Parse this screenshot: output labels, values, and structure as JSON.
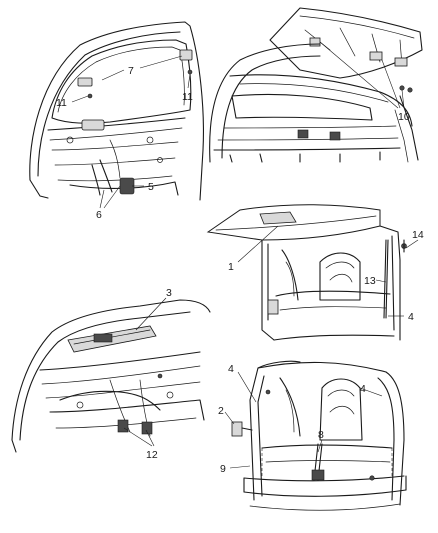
{
  "callouts": [
    {
      "id": "c1",
      "label": "1"
    },
    {
      "id": "c2",
      "label": "2"
    },
    {
      "id": "c3",
      "label": "3"
    },
    {
      "id": "c4a",
      "label": "4"
    },
    {
      "id": "c4b",
      "label": "4"
    },
    {
      "id": "c4c",
      "label": "4"
    },
    {
      "id": "c5",
      "label": "5"
    },
    {
      "id": "c6",
      "label": "6"
    },
    {
      "id": "c7",
      "label": "7"
    },
    {
      "id": "c8",
      "label": "8"
    },
    {
      "id": "c9",
      "label": "9"
    },
    {
      "id": "c10",
      "label": "10"
    },
    {
      "id": "c11a",
      "label": "11"
    },
    {
      "id": "c11b",
      "label": "11"
    },
    {
      "id": "c12",
      "label": "12"
    },
    {
      "id": "c13",
      "label": "13"
    },
    {
      "id": "c14",
      "label": "14"
    }
  ]
}
